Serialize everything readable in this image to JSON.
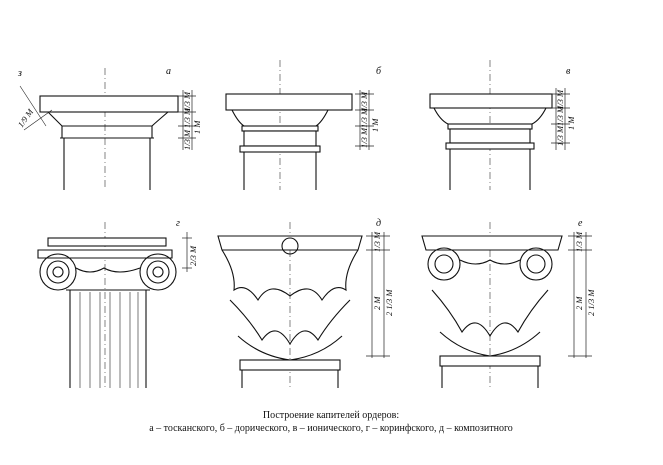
{
  "panels": [
    {
      "id": "a",
      "letter": "а",
      "dims": [
        "1/3 М",
        "1/3 М",
        "1/3 М",
        "1 М"
      ]
    },
    {
      "id": "b",
      "letter": "б",
      "dims": [
        "1/3 М",
        "1/3 М",
        "1/3 М",
        "1 М"
      ]
    },
    {
      "id": "v",
      "letter": "в",
      "dims": [
        "1/3 М",
        "1/3 М",
        "1/3 М",
        "1 М"
      ]
    },
    {
      "id": "g",
      "letter": "г",
      "dims": [
        "2/3 М"
      ]
    },
    {
      "id": "d",
      "letter": "д",
      "dims": [
        "1/3 М",
        "2 М",
        "2 1/3 М"
      ]
    },
    {
      "id": "e",
      "letter": "е",
      "dims": [
        "1/3 М",
        "2 М",
        "2 1/3 М"
      ]
    }
  ],
  "angle_label": "1/9 М",
  "stray_mark": "з",
  "caption": {
    "line1": "Построение капителей ордеров:",
    "line2": "а – тосканского, б – дорического, в – ионического, г – коринфского, д – композитного"
  }
}
